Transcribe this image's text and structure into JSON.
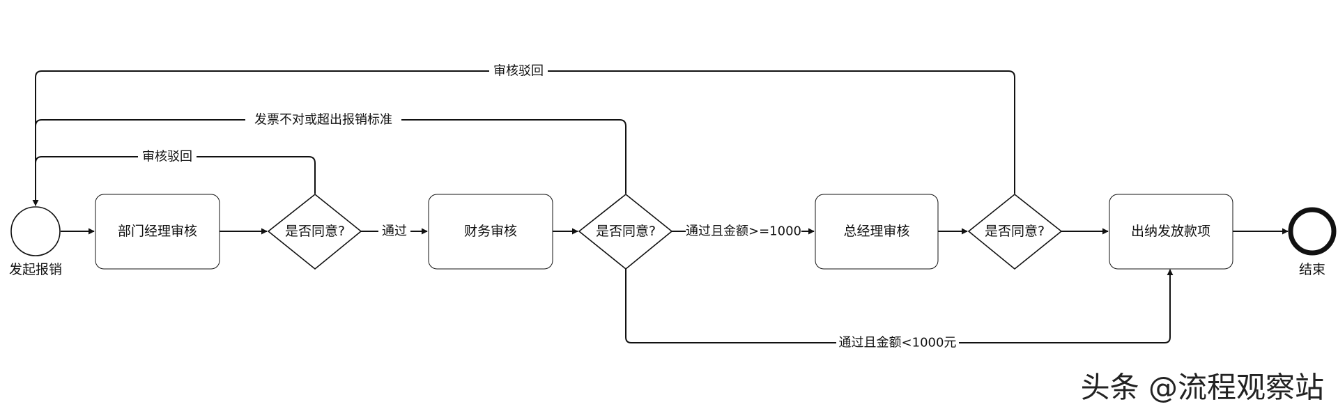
{
  "colors": {
    "stroke": "#111111",
    "background": "#ffffff",
    "text": "#111111"
  },
  "nodes": {
    "start": "发起报销",
    "dept_review": "部门经理审核",
    "decision_1": "是否同意?",
    "finance_review": "财务审核",
    "decision_2": "是否同意?",
    "gm_review": "总经理审核",
    "decision_3": "是否同意?",
    "cashier": "出纳发放款项",
    "end": "结束"
  },
  "edges": {
    "reject_top": "审核驳回",
    "invoice_issue": "发票不对或超出报销标准",
    "reject_dept": "审核驳回",
    "pass": "通过",
    "pass_ge_1000": "通过且金额>=1000",
    "pass_lt_1000": "通过且金额<1000元"
  },
  "watermark": "头条 @流程观察站"
}
